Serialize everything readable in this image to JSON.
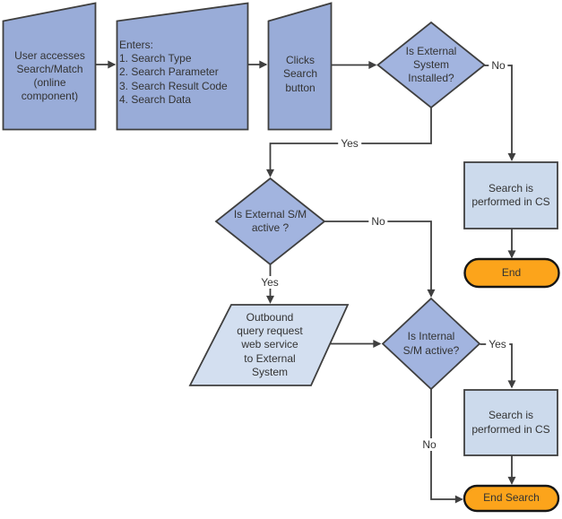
{
  "diagram": {
    "description": "Search/Match flowchart",
    "colors": {
      "card_fill": "#99ACD8",
      "decision_fill": "#A2B4DF",
      "process_fill": "#CCDAEC",
      "io_fill": "#D3DFF0",
      "terminator_fill": "#FCA41B",
      "stroke": "#3F3F3F",
      "terminator_stroke": "#161616",
      "text": "#333333",
      "background": "#FFFFFF"
    },
    "nodes": {
      "user_access": {
        "type": "card",
        "label": "User accesses\nSearch/Match\n(online\ncomponent)"
      },
      "enters": {
        "type": "card",
        "label": "Enters:\n1. Search Type\n2. Search Parameter\n3. Search Result Code\n4. Search Data"
      },
      "clicks_search": {
        "type": "card",
        "label": "Clicks\nSearch\nbutton"
      },
      "is_external_installed": {
        "type": "decision",
        "label": "Is External\nSystem\nInstalled?"
      },
      "search_in_cs_1": {
        "type": "process",
        "label": "Search is\nperformed in CS"
      },
      "end_1": {
        "type": "terminator",
        "label": "End"
      },
      "is_external_sm_active": {
        "type": "decision",
        "label": "Is External S/M\nactive ?"
      },
      "outbound_query": {
        "type": "io",
        "label": "Outbound\nquery request\nweb service\nto External\nSystem"
      },
      "is_internal_sm_active": {
        "type": "decision",
        "label": "Is Internal\nS/M active?"
      },
      "search_in_cs_2": {
        "type": "process",
        "label": "Search is\nperformed in CS"
      },
      "end_search": {
        "type": "terminator",
        "label": "End Search"
      }
    },
    "edge_labels": {
      "no_external_installed": "No",
      "yes_external_installed": "Yes",
      "no_external_sm": "No",
      "yes_external_sm": "Yes",
      "yes_internal_sm": "Yes",
      "no_internal_sm": "No"
    },
    "edges": [
      {
        "from": "user_access",
        "to": "enters",
        "label": ""
      },
      {
        "from": "enters",
        "to": "clicks_search",
        "label": ""
      },
      {
        "from": "clicks_search",
        "to": "is_external_installed",
        "label": ""
      },
      {
        "from": "is_external_installed",
        "to": "search_in_cs_1",
        "label": "No"
      },
      {
        "from": "search_in_cs_1",
        "to": "end_1",
        "label": ""
      },
      {
        "from": "is_external_installed",
        "to": "is_external_sm_active",
        "label": "Yes"
      },
      {
        "from": "is_external_sm_active",
        "to": "is_internal_sm_active",
        "label": "No"
      },
      {
        "from": "is_external_sm_active",
        "to": "outbound_query",
        "label": "Yes"
      },
      {
        "from": "outbound_query",
        "to": "is_internal_sm_active",
        "label": ""
      },
      {
        "from": "is_internal_sm_active",
        "to": "search_in_cs_2",
        "label": "Yes"
      },
      {
        "from": "search_in_cs_2",
        "to": "end_search",
        "label": ""
      },
      {
        "from": "is_internal_sm_active",
        "to": "end_search",
        "label": "No"
      }
    ]
  }
}
